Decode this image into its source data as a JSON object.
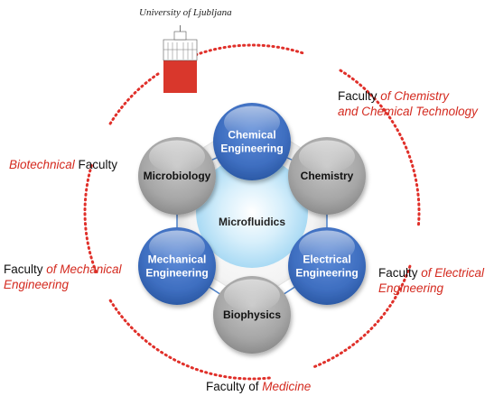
{
  "university": {
    "name": "University of Ljubljana",
    "logo": "university-building-logo",
    "logo_color": "#d9372c"
  },
  "center_label": "Microfluidics",
  "disciplines": [
    {
      "id": "chemical-engineering",
      "lines": [
        "Chemical",
        "Engineering"
      ],
      "color": "blue"
    },
    {
      "id": "chemistry",
      "lines": [
        "Chemistry"
      ],
      "color": "gray"
    },
    {
      "id": "electrical-engineering",
      "lines": [
        "Electrical",
        "Engineering"
      ],
      "color": "blue"
    },
    {
      "id": "biophysics",
      "lines": [
        "Biophysics"
      ],
      "color": "gray"
    },
    {
      "id": "mechanical-engineering",
      "lines": [
        "Mechanical",
        "Engineering"
      ],
      "color": "blue"
    },
    {
      "id": "microbiology",
      "lines": [
        "Microbiology"
      ],
      "color": "gray"
    }
  ],
  "faculties": {
    "chemistry": {
      "prefix": "Faculty ",
      "accent": "of Chemistry",
      "accent2": "and Chemical Technology"
    },
    "biotechnical": {
      "accent": "Biotechnical",
      "suffix": " Faculty"
    },
    "mechanical": {
      "prefix": "Faculty ",
      "accent": "of Mechanical",
      "accent2": "Engineering"
    },
    "electrical": {
      "prefix": "Faculty ",
      "accent": "of Electrical",
      "accent2": "Engineering"
    },
    "medicine": {
      "prefix": "Faculty of ",
      "accent": "Medicine"
    }
  },
  "colors": {
    "accent_red": "#d42a1f",
    "dotted_ring": "#e0302a",
    "blue_circle": "#3f6fc0",
    "gray_circle": "#a7a7a7",
    "center_glow": "#bfe4f8"
  }
}
